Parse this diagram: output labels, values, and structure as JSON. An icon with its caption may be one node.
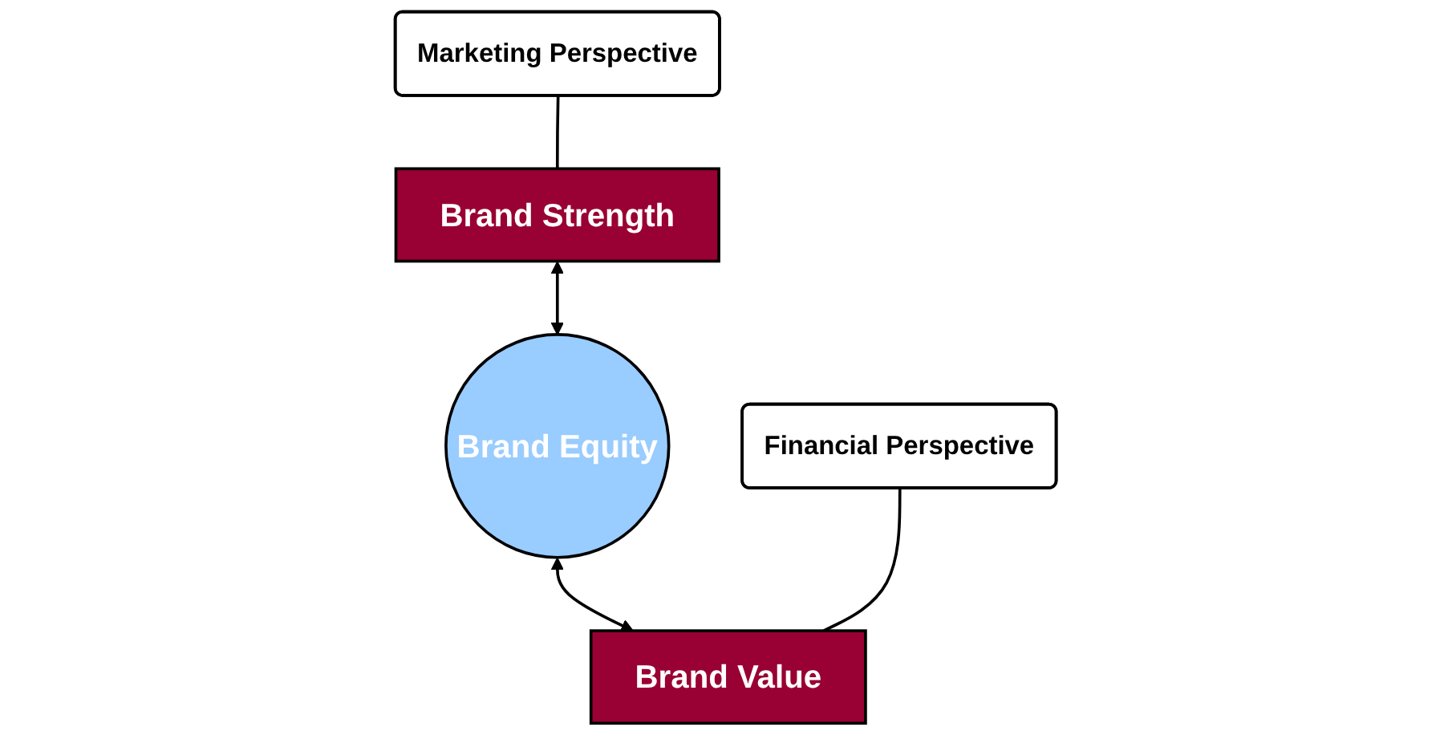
{
  "diagram": {
    "nodes": [
      {
        "text": [
          "Brand Strength"
        ]
      },
      {
        "text": [
          "Brand Equity"
        ]
      },
      {
        "text": [
          "Brand Value"
        ]
      },
      {
        "text": [
          "Marketing Perspective"
        ]
      },
      {
        "text": [
          "Financial Perspective"
        ]
      }
    ],
    "edges": [
      {
        "from": 0,
        "to": 1,
        "arrow": "both"
      },
      {
        "from": 1,
        "to": 2,
        "arrow": "both"
      },
      {
        "from": 3,
        "to": 0,
        "arrow": "none"
      },
      {
        "from": 4,
        "to": 2,
        "arrow": "none"
      }
    ]
  }
}
